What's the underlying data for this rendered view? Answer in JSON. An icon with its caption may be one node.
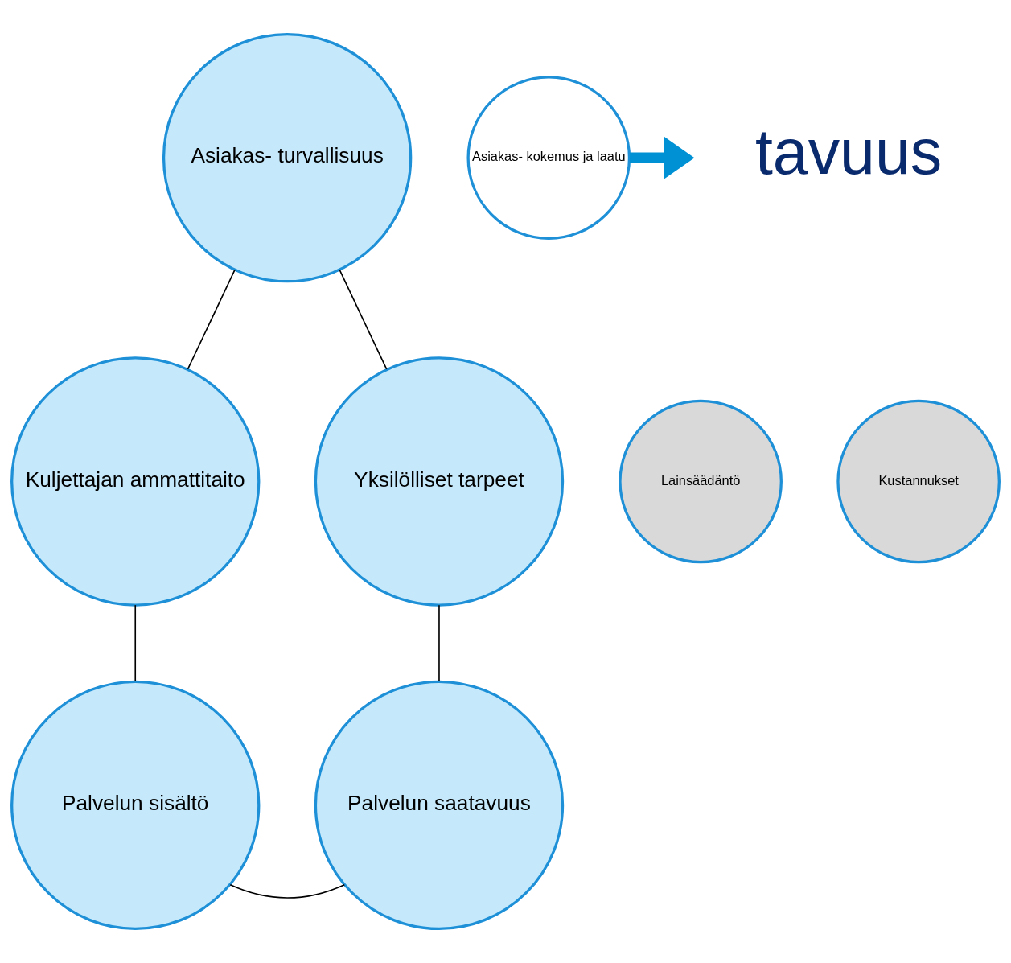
{
  "diagram": {
    "nodes": [
      {
        "text": [
          "Asiakas- turvallisuus"
        ]
      },
      {
        "text": [
          "Yksilölliset tarpeet"
        ]
      },
      {
        "text": [
          "Kuljettajan ammattitaito"
        ]
      },
      {
        "text": [
          "Palvelun saatavuus"
        ]
      },
      {
        "text": [
          "Palvelun sisältö"
        ]
      },
      {
        "text": [
          "Asiakas- kokemus ja laatu"
        ]
      },
      {
        "text": [
          "Lainsäädäntö"
        ]
      },
      {
        "text": [
          "Kustannukset"
        ]
      }
    ],
    "edges": [
      {
        "from": 0,
        "to": 2,
        "arrow": "none"
      },
      {
        "from": 2,
        "to": 4,
        "arrow": "none"
      },
      {
        "from": 4,
        "to": 3,
        "arrow": "none"
      },
      {
        "from": 3,
        "to": 1,
        "arrow": "none"
      },
      {
        "from": 1,
        "to": 0,
        "arrow": "none"
      },
      {
        "from": 5,
        "to": null,
        "arrow": "to",
        "style": "thick",
        "color": "#0091d5"
      }
    ],
    "labels": [
      "tavuus"
    ]
  }
}
